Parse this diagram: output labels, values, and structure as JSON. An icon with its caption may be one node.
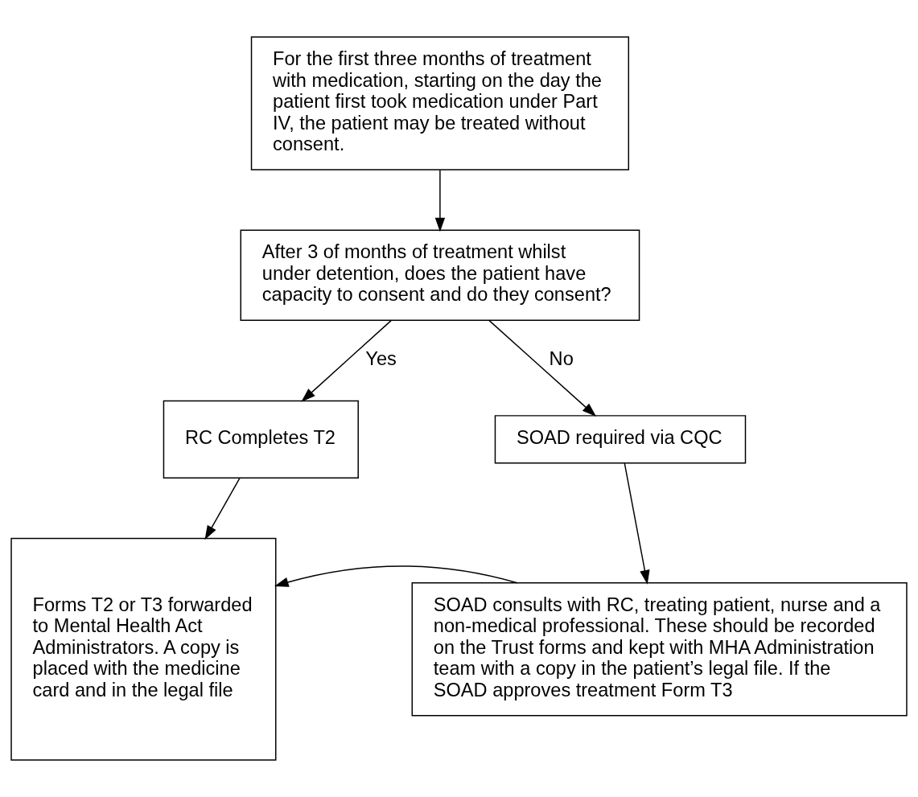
{
  "diagram": {
    "nodes": [
      {
        "text": [
          "For the first three months of treatment with medication, starting on the day the patient first took medication under Part IV, the patient may be treated without consent."
        ]
      },
      {
        "text": [
          "After 3 of months of treatment whilst under detention, does the patient have capacity to consent and do they consent?"
        ]
      },
      {
        "text": [
          "RC Completes T2"
        ]
      },
      {
        "text": [
          "SOAD required via CQC"
        ]
      },
      {
        "text": [
          "Forms T2 or T3 forwarded to Mental Health Act Administrators. A copy is placed with the medicine card and in the legal file"
        ]
      },
      {
        "text": [
          "SOAD consults with RC, treating patient, nurse and a non-medical professional. These should be recorded on the Trust forms and kept with MHA Administration team with a copy in the patient’s legal file. If the SOAD approves treatment Form T3"
        ]
      }
    ],
    "edges": [
      {
        "from": 0,
        "to": 1,
        "arrow": "to"
      },
      {
        "from": 1,
        "to": 2,
        "arrow": "to",
        "label": "Yes"
      },
      {
        "from": 1,
        "to": 3,
        "arrow": "to",
        "label": "No"
      },
      {
        "from": 2,
        "to": 4,
        "arrow": "to"
      },
      {
        "from": 3,
        "to": 5,
        "arrow": "to"
      },
      {
        "from": 5,
        "to": 4,
        "arrow": "to"
      }
    ]
  }
}
